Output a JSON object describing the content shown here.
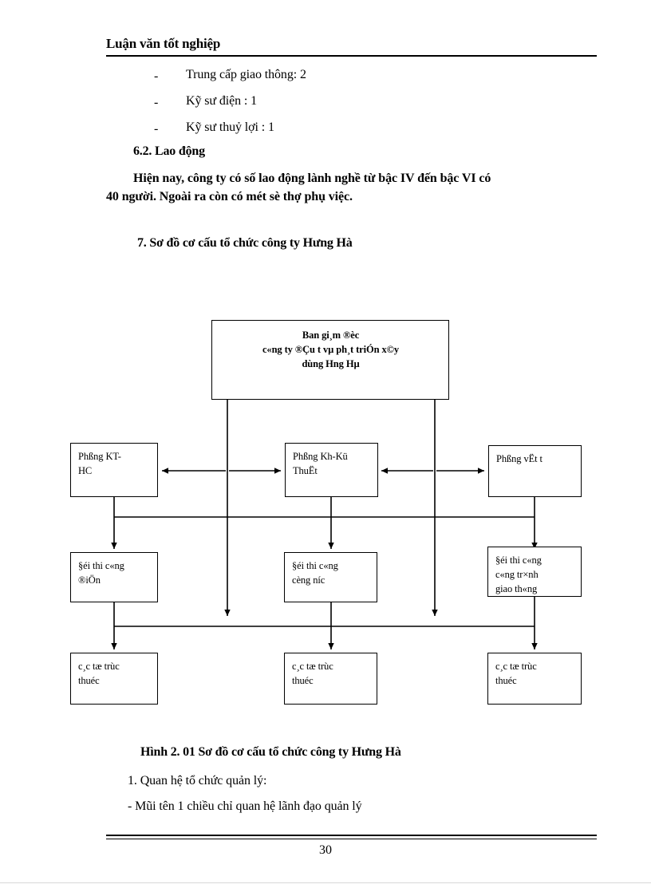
{
  "document": {
    "header_title": "Luận văn tốt nghiệp",
    "page_number": "30"
  },
  "bullets": [
    {
      "dash": "-",
      "text": "Trung cấp giao thông: 2"
    },
    {
      "dash": "-",
      "text": "Kỹ sư điện : 1"
    },
    {
      "dash": "-",
      "text": "Kỹ sư thuỷ lợi : 1"
    }
  ],
  "sections": {
    "heading_62": "6.2. Lao động",
    "para_line1": "Hiện nay, công ty có số lao động lành nghề từ bậc IV đến bậc VI có",
    "para_line2": "40 người. Ngoài ra còn có mét sè thợ phụ việc.",
    "heading_7": "7. Sơ đồ cơ cấu tổ chức công ty Hưng Hà"
  },
  "figure": {
    "caption": "Hình 2. 01   Sơ đồ cơ cấu tổ chức công ty Hưng Hà",
    "note_1": "1. Quan hệ tổ chức quản lý:",
    "note_2": "- Mũi tên 1 chiều chỉ quan hệ lãnh đạo quản lý",
    "nodes": {
      "top": {
        "line1": "Ban gi¸m ®èc",
        "line2": "c«ng ty ®Çu t  vµ ph¸t triÓn x©y",
        "line3": "dùng Hng  Hµ"
      },
      "dept_left": {
        "line1": "Phßng KT-",
        "line2": "HC"
      },
      "dept_center": {
        "line1": "Phßng Kh-Kü",
        "line2": "ThuËt"
      },
      "dept_right": {
        "line1": "Phßng vËt t"
      },
      "team_left": {
        "line1": "§éi thi c«ng",
        "line2": "®iÖn"
      },
      "team_center": {
        "line1": "§éi thi c«ng",
        "line2": "cèng níc"
      },
      "team_right": {
        "line1": "§éi thi c«ng",
        "line2": "c«ng tr×nh",
        "line3": "giao th«ng"
      },
      "unit_left": {
        "line1": "c¸c tæ trùc",
        "line2": "thuéc"
      },
      "unit_center": {
        "line1": "c¸c tæ trùc",
        "line2": "thuéc"
      },
      "unit_right": {
        "line1": "c¸c tæ trùc",
        "line2": "thuéc"
      }
    }
  },
  "colors": {
    "ink": "#000000",
    "paper": "#ffffff"
  }
}
